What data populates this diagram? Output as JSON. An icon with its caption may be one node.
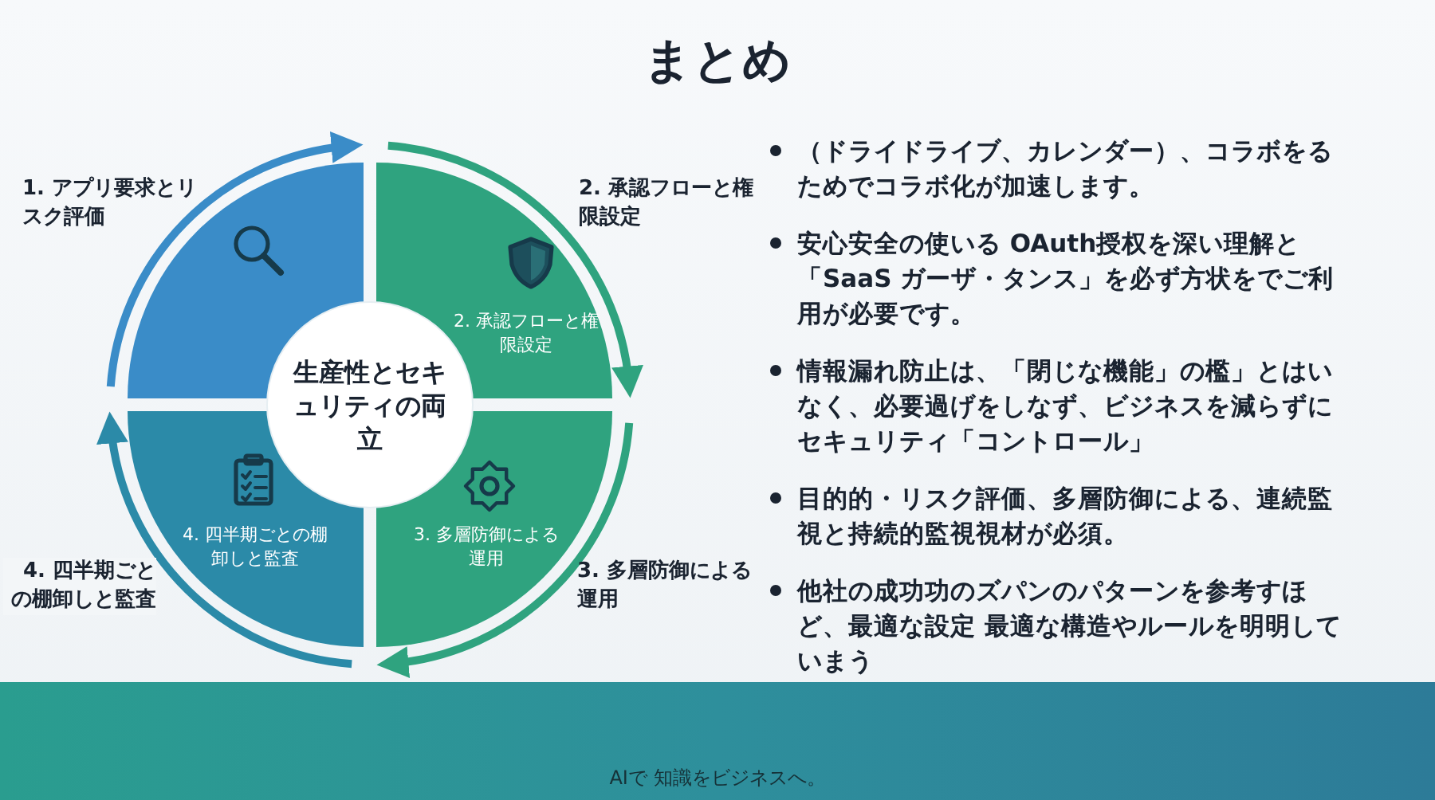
{
  "diagram": {
    "title": "まとめ",
    "nodes": [
      {
        "text": [],
        "shape": "sector",
        "beside": [
          "1. アプリ要求とリスク評価"
        ]
      },
      {
        "text": [
          "2. 承認フローと権限設定"
        ],
        "beside": [
          "2. 承認フローと権限設定"
        ]
      },
      {
        "text": [
          "3. 多層防御による運用"
        ],
        "beside": [
          "3. 多層防御による運用"
        ]
      },
      {
        "text": [
          "4. 四半期ごとの棚卸しと監査"
        ],
        "beside": [
          "4. 四半期ごとの棚卸しと監査"
        ]
      },
      {
        "text": [
          "生産性とセキュリティの両立"
        ]
      }
    ],
    "edges": [
      {
        "from": 0,
        "to": 1,
        "arrow": "to",
        "color": "#3a8cc8"
      },
      {
        "from": 1,
        "to": 2,
        "arrow": "to"
      },
      {
        "from": 2,
        "to": 3,
        "arrow": "to"
      },
      {
        "from": 3,
        "to": 0,
        "arrow": "to",
        "color": "#2b8aa8"
      }
    ],
    "labels": [
      "（ドライドライブ、カレンダー）、コラボをるためでコラボ化が加速します。",
      "安心安全の使いる OAuth授权を深い理解と「SaaS ガーザ・タンス」を必ず方状をでご利用が必要です。",
      "情報漏れ防止は、「閉じな機能」の檻」とはいなく、必要過げをしなず、ビジネスを減らずにセキュリティ「コントロール」",
      "目的的・リスク評価、多層防御による、連続監視と持続的監視視材が必須。",
      "他社の成功功のズパンのパターンを参考すほど、最適な設定 最適な構造やルールを明明していまう",
      "AIで 知識をビジネスへ。"
    ]
  }
}
